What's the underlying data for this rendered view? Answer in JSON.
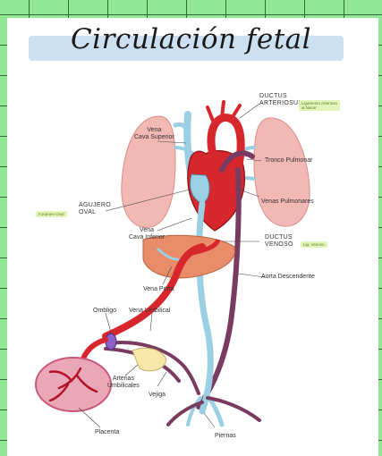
{
  "title": "Circulación fetal",
  "labels": {
    "vena_cava_superior": "Vena\nCava Superior",
    "ductus_arteriosus": "DUCTUS\nARTERIOSUS",
    "tronco_pulmonar": "Tronco Pulmonar",
    "agujero_oval": "AGUJERO\nOVAL",
    "venas_pulmonares": "Venas Pulmonares",
    "vena_cava_inferior": "Vena\nCava Inferior",
    "ductus_venoso": "DUCTUS\nVENOSO",
    "vena_porta": "Vena Porta",
    "aorta_descendente": "Aorta Descendente",
    "ombligo": "Ombligo",
    "vena_umbilical": "Vena Umbilical",
    "arterias_umbilicales": "Arterias\nUmbilicales",
    "vejiga": "Vejiga",
    "placenta": "Placenta",
    "piernas": "Piernas"
  },
  "notes": {
    "ductus_arteriosus_note": "Ligamento Arterioso\nal Nacer",
    "agujero_oval_note": "Foramen Oval",
    "ductus_venoso_note": "Lig. Venoso"
  },
  "colors": {
    "oxygenated": "#d7262c",
    "deoxygenated": "#9bd0e4",
    "mixed": "#7a3b60",
    "lung": "#f2b8b4",
    "liver": "#e98c6a",
    "placenta": "#c9577a",
    "title_wash": "#c7ddf0",
    "grid": "#8fe894"
  }
}
